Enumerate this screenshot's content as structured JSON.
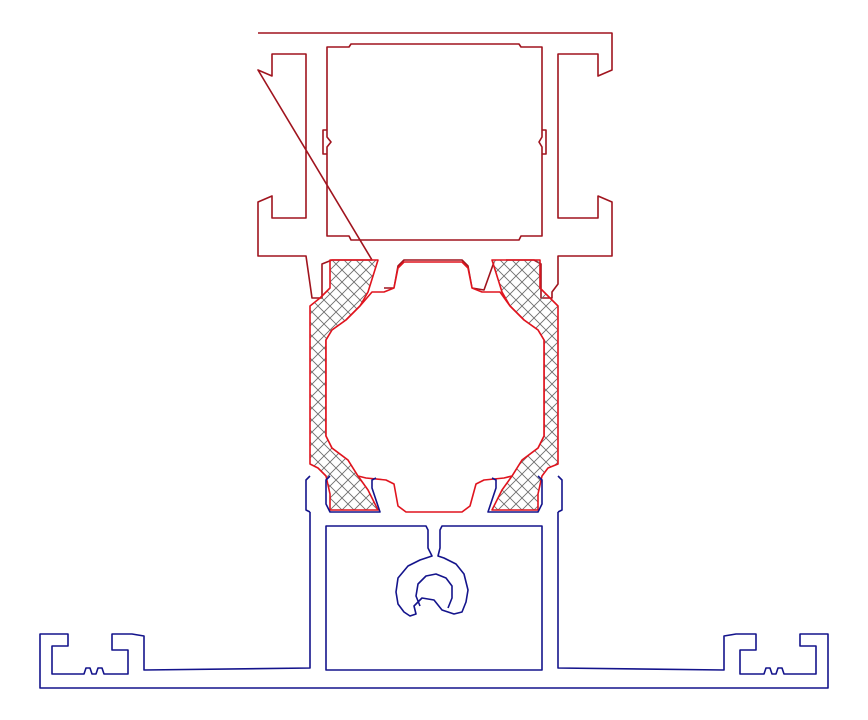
{
  "colors": {
    "background": "#ffffff",
    "top_profile": "#a0141e",
    "middle_profile": "#e0141e",
    "bottom_profile": "#14148c",
    "hatch": "#6e6e6e"
  },
  "parts": [
    "top-profile",
    "thermal-break-insulator",
    "bottom-profile"
  ]
}
